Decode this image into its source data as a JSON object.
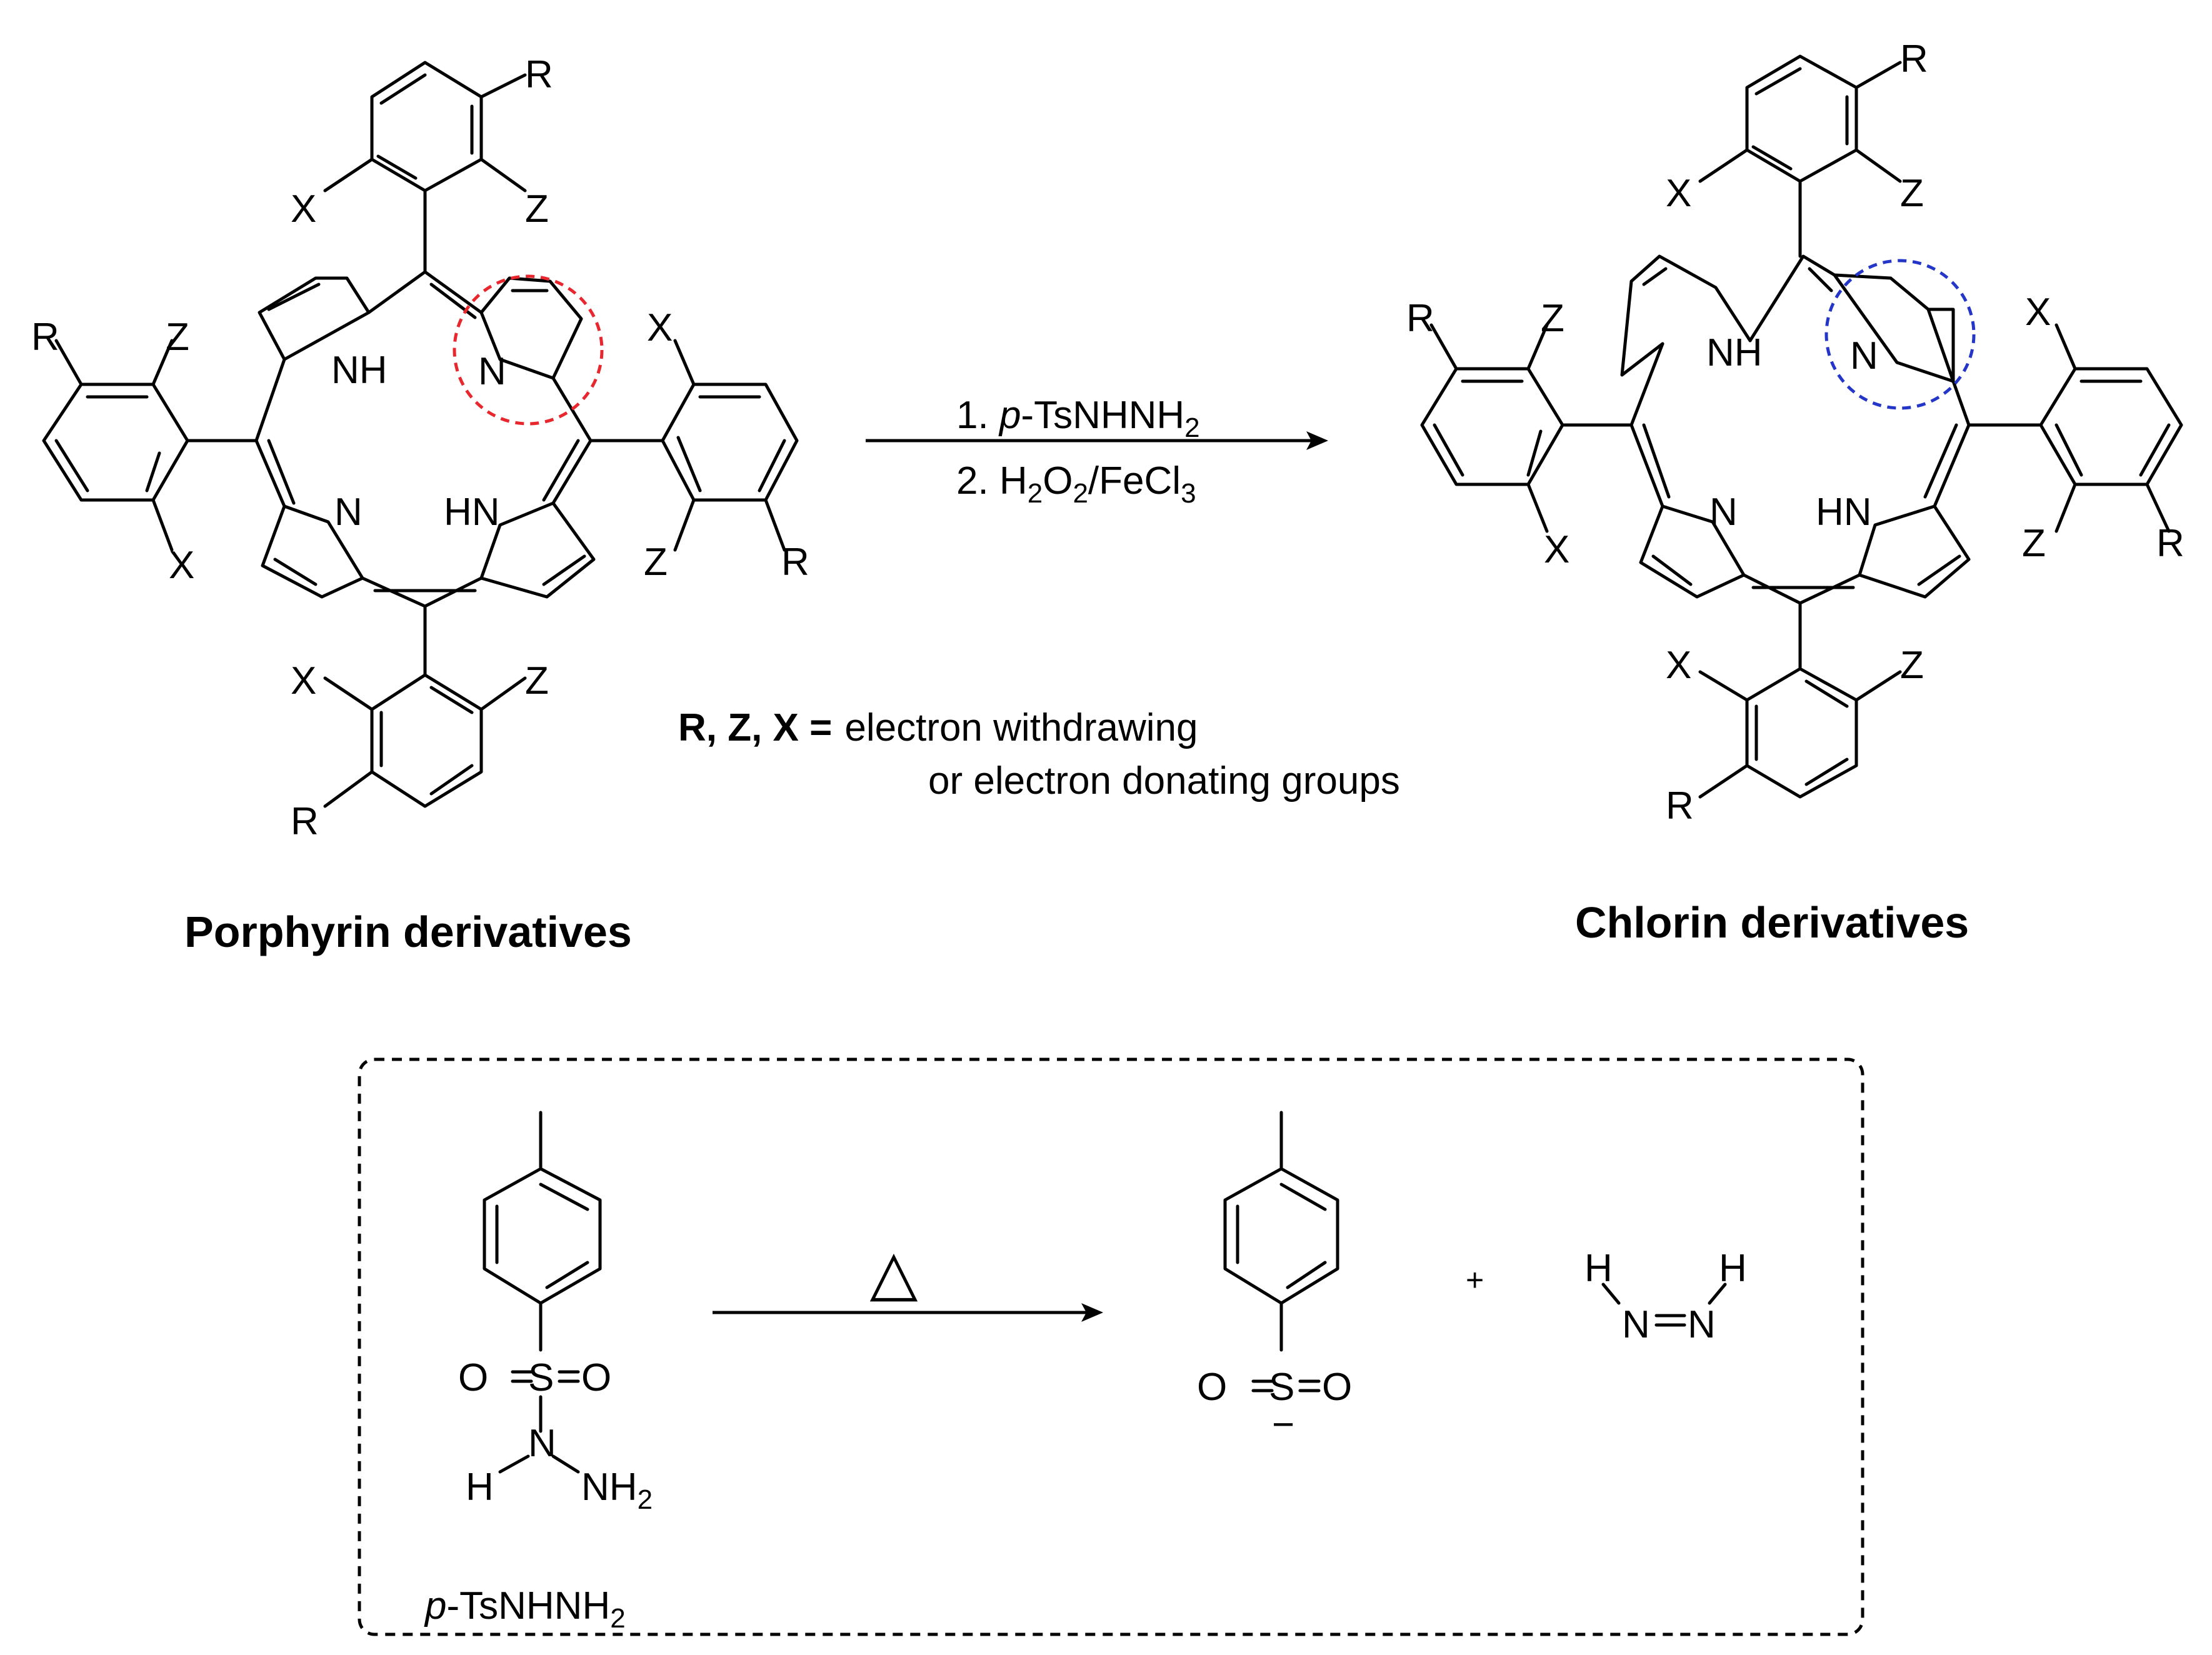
{
  "reaction": {
    "step_1_prefix": "1. ",
    "step_1_italic": "p",
    "step_1_reagent": "-TsNHNH",
    "step_1_subscript": "2",
    "step_2_prefix": "2. H",
    "step_2_sub_1": "2",
    "step_2_mid": "O",
    "step_2_sub_2": "2",
    "step_2_suffix": "/FeCl",
    "step_2_sub_3": "3"
  },
  "substituents": {
    "note_bold": "R, Z, X =",
    "note_line_1": "electron withdrawing",
    "note_line_2": "or electron donating groups"
  },
  "captions": {
    "starting_material": "Porphyrin derivatives",
    "product": "Chlorin derivatives"
  },
  "labels": {
    "R": "R",
    "X": "X",
    "Z": "Z",
    "N": "N",
    "NH": "NH",
    "HN": "HN",
    "H": "H",
    "O": "O",
    "S": "S",
    "NH2_base": "NH",
    "NH2_sub": "2",
    "minus": "−",
    "plus": "+"
  },
  "inset": {
    "heat_symbol": "△",
    "reagent_italic": "p",
    "reagent_name": "-TsNHNH",
    "reagent_subscript": "2"
  },
  "colors": {
    "porphyrin_highlight": "#e8262d",
    "chlorin_highlight": "#2436c8",
    "line": "#000000"
  }
}
